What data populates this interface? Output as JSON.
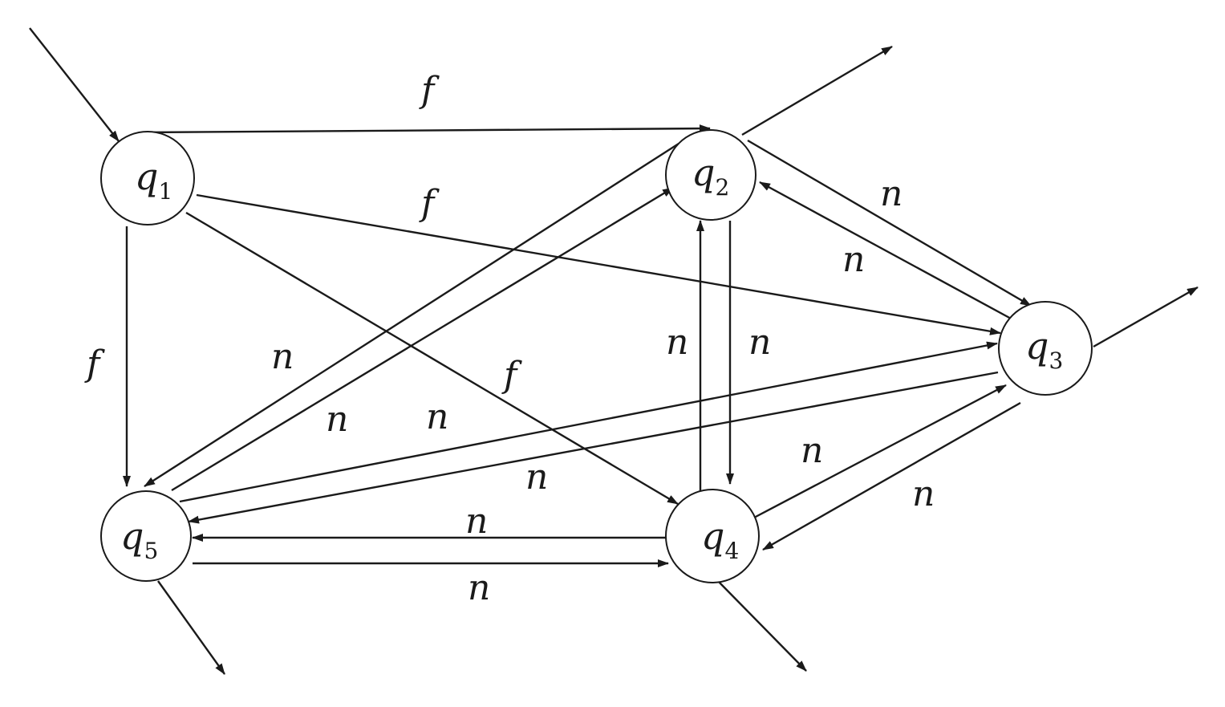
{
  "states": [
    {
      "id": "q1",
      "base": "q",
      "sub": "1"
    },
    {
      "id": "q2",
      "base": "q",
      "sub": "2"
    },
    {
      "id": "q3",
      "base": "q",
      "sub": "3"
    },
    {
      "id": "q4",
      "base": "q",
      "sub": "4"
    },
    {
      "id": "q5",
      "base": "q",
      "sub": "5"
    }
  ],
  "transitions": [
    {
      "from": "q1",
      "to": "q2",
      "label": "f"
    },
    {
      "from": "q1",
      "to": "q3",
      "label": "f"
    },
    {
      "from": "q1",
      "to": "q4",
      "label": "f"
    },
    {
      "from": "q1",
      "to": "q5",
      "label": "f"
    },
    {
      "from": "q2",
      "to": "q3",
      "label": "n"
    },
    {
      "from": "q3",
      "to": "q2",
      "label": "n"
    },
    {
      "from": "q2",
      "to": "q4",
      "label": "n"
    },
    {
      "from": "q4",
      "to": "q2",
      "label": "n"
    },
    {
      "from": "q2",
      "to": "q5",
      "label": "n"
    },
    {
      "from": "q5",
      "to": "q2",
      "label": "n"
    },
    {
      "from": "q5",
      "to": "q3",
      "label": "n"
    },
    {
      "from": "q3",
      "to": "q5",
      "label": "n"
    },
    {
      "from": "q4",
      "to": "q3",
      "label": "n"
    },
    {
      "from": "q3",
      "to": "q4",
      "label": "n"
    },
    {
      "from": "q4",
      "to": "q5",
      "label": "n"
    },
    {
      "from": "q5",
      "to": "q4",
      "label": "n"
    }
  ],
  "initial_state": "q1",
  "exit_states": [
    "q2",
    "q3",
    "q4",
    "q5"
  ]
}
